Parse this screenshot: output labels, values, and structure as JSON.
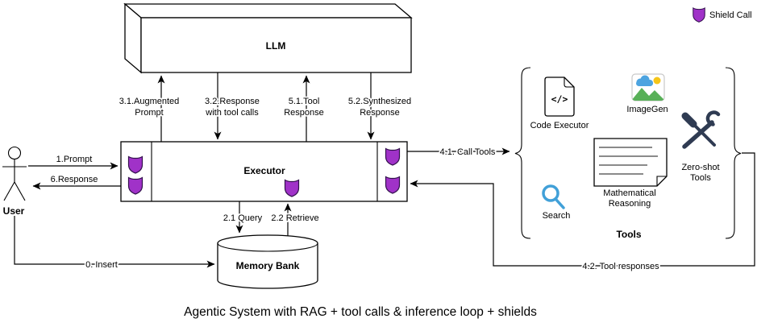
{
  "title": "Agentic System with RAG + tool calls & inference loop + shields",
  "legend": {
    "shield": "Shield Call"
  },
  "nodes": {
    "llm": "LLM",
    "executor": "Executor",
    "user": "User",
    "memory_bank": "Memory Bank"
  },
  "tools": {
    "group_label": "Tools",
    "code_executor": {
      "label": "Code Executor",
      "glyph": "</>"
    },
    "imagegen": {
      "label": "ImageGen"
    },
    "search": {
      "label": "Search"
    },
    "mathematical_reasoning": {
      "line1": "Mathematical",
      "line2": "Reasoning"
    },
    "zero_shot": {
      "line1": "Zero-shot",
      "line2": "Tools"
    }
  },
  "edges": {
    "insert": "0. Insert",
    "prompt": "1.Prompt",
    "query": "2.1 Query",
    "retrieve": "2.2 Retrieve",
    "augmented_prompt_line1": "3.1.Augmented",
    "augmented_prompt_line2": "Prompt",
    "response_tool_calls_line1": "3.2.Response",
    "response_tool_calls_line2": "with tool calls",
    "call_tools": "4.1. Call Tools",
    "tool_responses": "4.2. Tool responses",
    "tool_response_line1": "5.1.Tool",
    "tool_response_line2": "Response",
    "synthesized_line1": "5.2.Synthesized",
    "synthesized_line2": "Response",
    "response": "6.Response"
  },
  "colors": {
    "shield_fill": "#A032C8",
    "shield_stroke": "#33114D",
    "search_blue": "#41A0D8",
    "tool_dark": "#2F3B52",
    "hill_green": "#58B058",
    "cloud_blue": "#4DA4E0",
    "sun_yellow": "#F5C518"
  }
}
